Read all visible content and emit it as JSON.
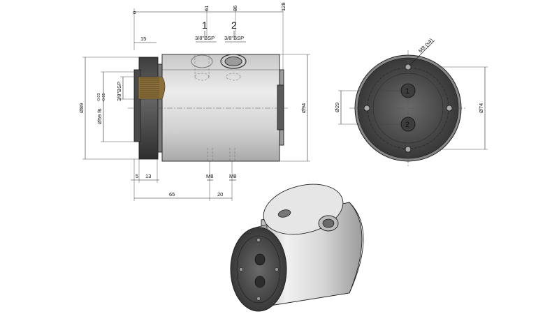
{
  "ports": {
    "port_1": "1",
    "port_2": "2"
  },
  "side_view": {
    "top_dims": {
      "d0": "0",
      "d61": "61",
      "d86": "86",
      "d128": "128"
    },
    "thread_1": "3/8\"BSP",
    "thread_2": "3/8\"BSP",
    "flange_width": "15",
    "shaft_thread": "3/8\"BSP",
    "dia_flange": "Ø89",
    "dia_spigot": "Ø59 f6",
    "tol_upper": "-0.03",
    "tol_lower": "-0.05",
    "dia_body": "Ø94",
    "bottom_thread_1": "M8",
    "bottom_thread_2": "M8",
    "dim_5": "5",
    "dim_13": "13",
    "dim_65": "65",
    "dim_20": "20"
  },
  "end_view": {
    "bolt_callout": "M8 (x4)",
    "dia_port_circle": "Ø29",
    "dia_bolt_circle": "Ø74"
  },
  "colors": {
    "body_light": "#dcdcdc",
    "body_mid": "#b9b9b9",
    "flange_dark": "#555555",
    "face_dark": "#4a4a4a",
    "hole_dark": "#3a3a3a"
  }
}
